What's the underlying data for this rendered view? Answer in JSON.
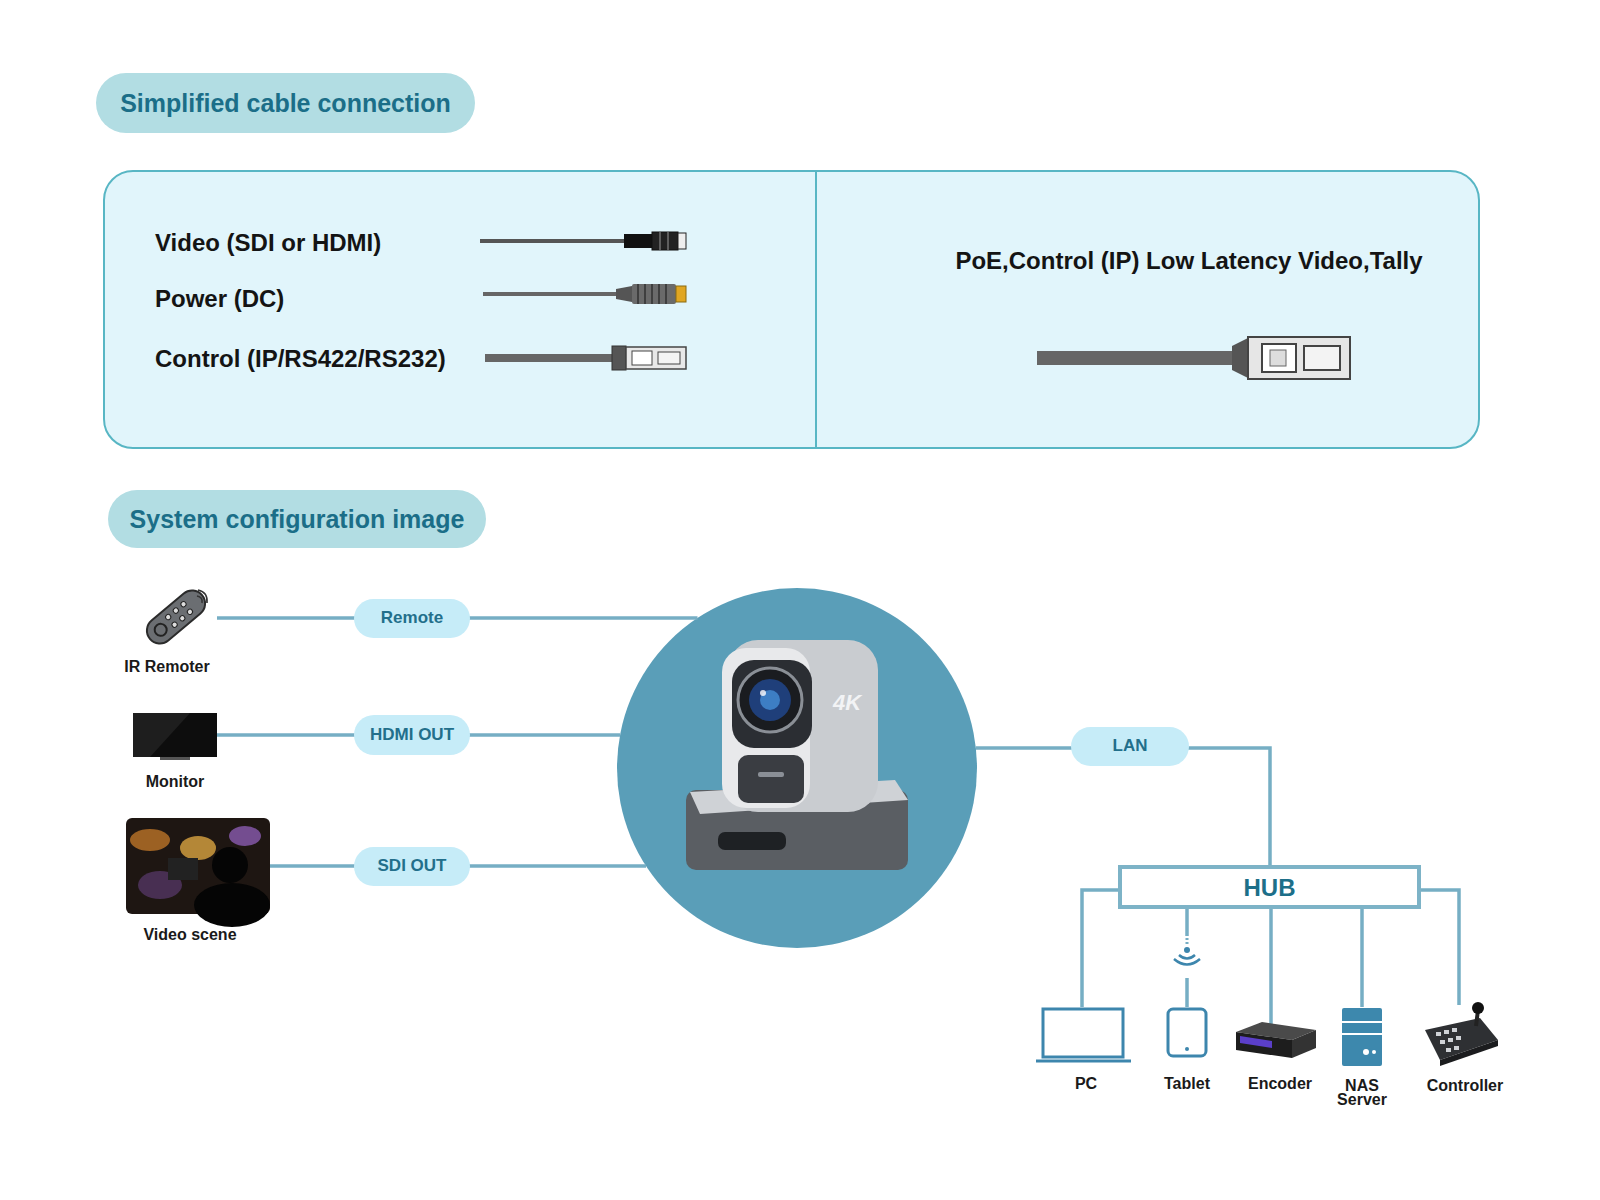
{
  "diagram": {
    "nodes": [
      {
        "text": [
          "Simplified cable connection"
        ]
      },
      {
        "text": [
          "Video (SDI or HDMI)",
          "Power (DC)",
          "Control (IP/RS422/RS232)",
          "PoE,Control (IP) Low Latency Video,Tally"
        ]
      },
      {
        "text": [
          "System configuration image"
        ]
      },
      {
        "text": [
          "IR Remoter"
        ]
      },
      {
        "text": [
          "Monitor"
        ]
      },
      {
        "text": [
          "Video scene"
        ]
      },
      {
        "text": [
          "4K"
        ]
      },
      {
        "text": [
          "HUB"
        ]
      },
      {
        "text": [
          "PC"
        ]
      },
      {
        "text": [
          "Tablet"
        ]
      },
      {
        "text": [
          "Encoder"
        ]
      },
      {
        "text": [
          "NAS Server"
        ]
      },
      {
        "text": [
          "Controller"
        ]
      }
    ],
    "edges": [
      {
        "from": 3,
        "to": 6,
        "label": "Remote",
        "arrow": "none"
      },
      {
        "from": 4,
        "to": 6,
        "label": "HDMI OUT",
        "arrow": "none"
      },
      {
        "from": 5,
        "to": 6,
        "label": "SDI OUT",
        "arrow": "none"
      },
      {
        "from": 6,
        "to": 7,
        "label": "LAN",
        "arrow": "none"
      },
      {
        "from": 7,
        "to": 8,
        "arrow": "none"
      },
      {
        "from": 7,
        "to": 9,
        "arrow": "none"
      },
      {
        "from": 7,
        "to": 10,
        "arrow": "none"
      },
      {
        "from": 7,
        "to": 11,
        "arrow": "none"
      },
      {
        "from": 7,
        "to": 12,
        "arrow": "none"
      }
    ]
  }
}
